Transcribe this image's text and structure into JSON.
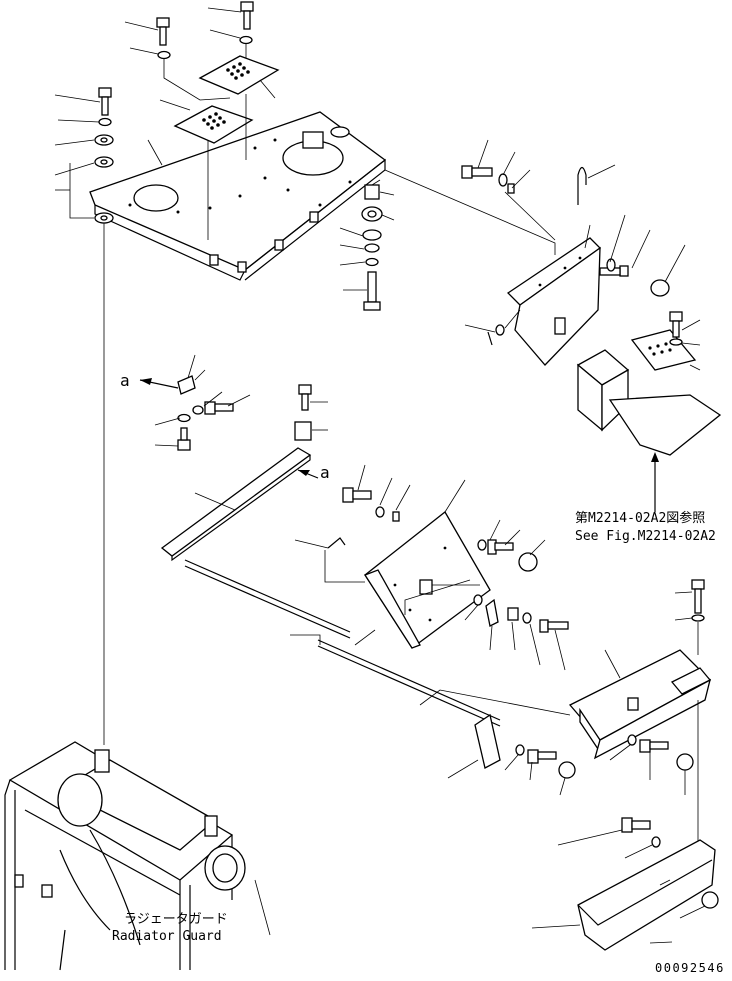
{
  "diagram": {
    "view_label": "a",
    "ref_note_jp": "第M2214-02A2図参照",
    "ref_note_en": "See Fig.M2214-02A2",
    "radiator_label_jp": "ラジェータガード",
    "radiator_label_en": "Radiator Guard",
    "drawing_number": "00092546"
  }
}
